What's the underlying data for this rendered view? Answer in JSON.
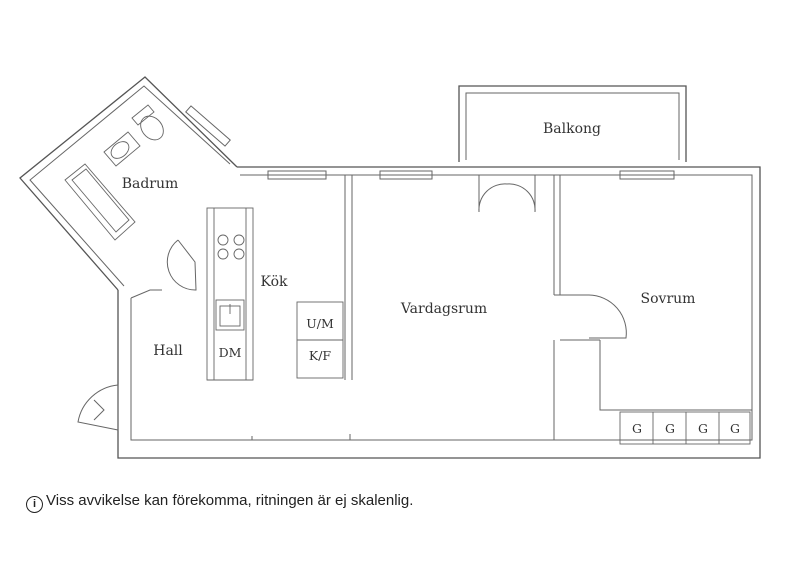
{
  "rooms": {
    "balcony": "Balkong",
    "bathroom": "Badrum",
    "kitchen": "Kök",
    "living_room": "Vardagsrum",
    "bedroom": "Sovrum",
    "hall": "Hall"
  },
  "appliances": {
    "washer": "U/M",
    "fridge": "K/F",
    "dishwasher": "DM",
    "wardrobe": [
      "G",
      "G",
      "G",
      "G"
    ]
  },
  "footer": {
    "info_icon": "i",
    "disclaimer": "Viss avvikelse kan förekomma, ritningen är ej skalenlig."
  },
  "colors": {
    "lines": "#555555",
    "text": "#333333",
    "background": "#ffffff"
  }
}
